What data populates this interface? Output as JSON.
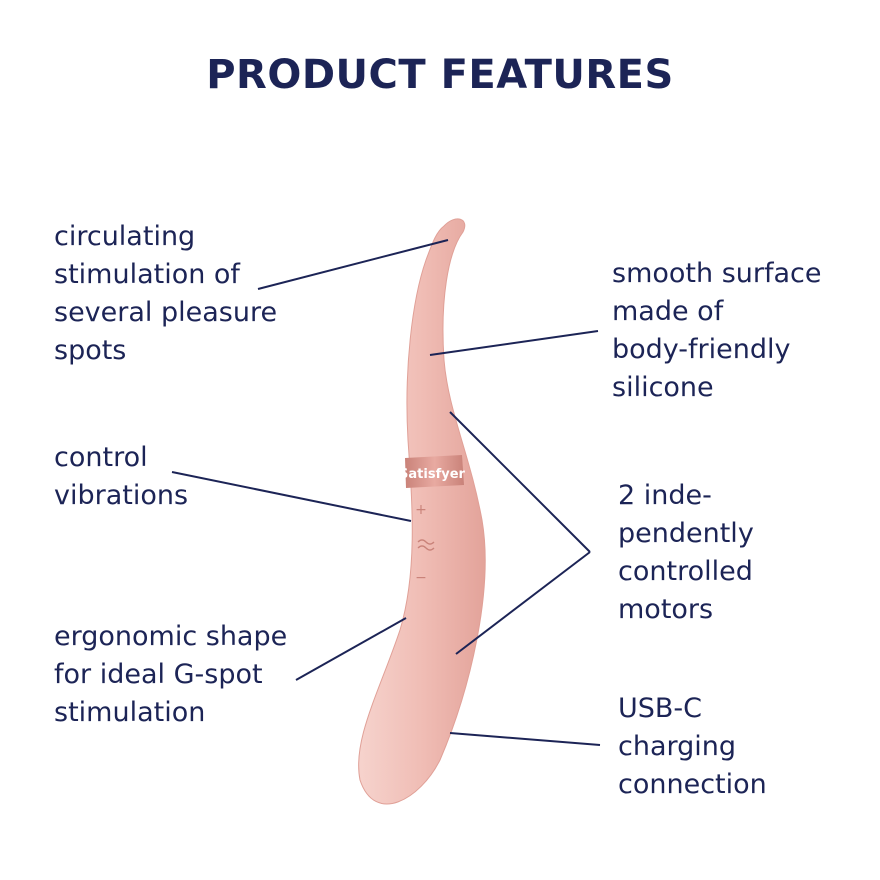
{
  "title": "PRODUCT FEATURES",
  "features": {
    "circulating": "circulating\nstimulation of\nseveral pleasure\nspots",
    "smooth": "smooth surface\nmade of\nbody-friendly\nsilicone",
    "control": "control\nvibrations",
    "motors": "2 inde-\npendently\ncontrolled\nmotors",
    "ergonomic": "ergonomic shape\nfor ideal G-spot\nstimulation",
    "usb": "USB-C\ncharging\nconnection"
  },
  "product": {
    "brand_text": "Satisfyer",
    "button_plus": "+",
    "button_minus": "−"
  },
  "colors": {
    "text": "#1c2456",
    "product": "#f1c0b8",
    "product_shadow": "#e3a69d",
    "band": "#d9938a"
  }
}
